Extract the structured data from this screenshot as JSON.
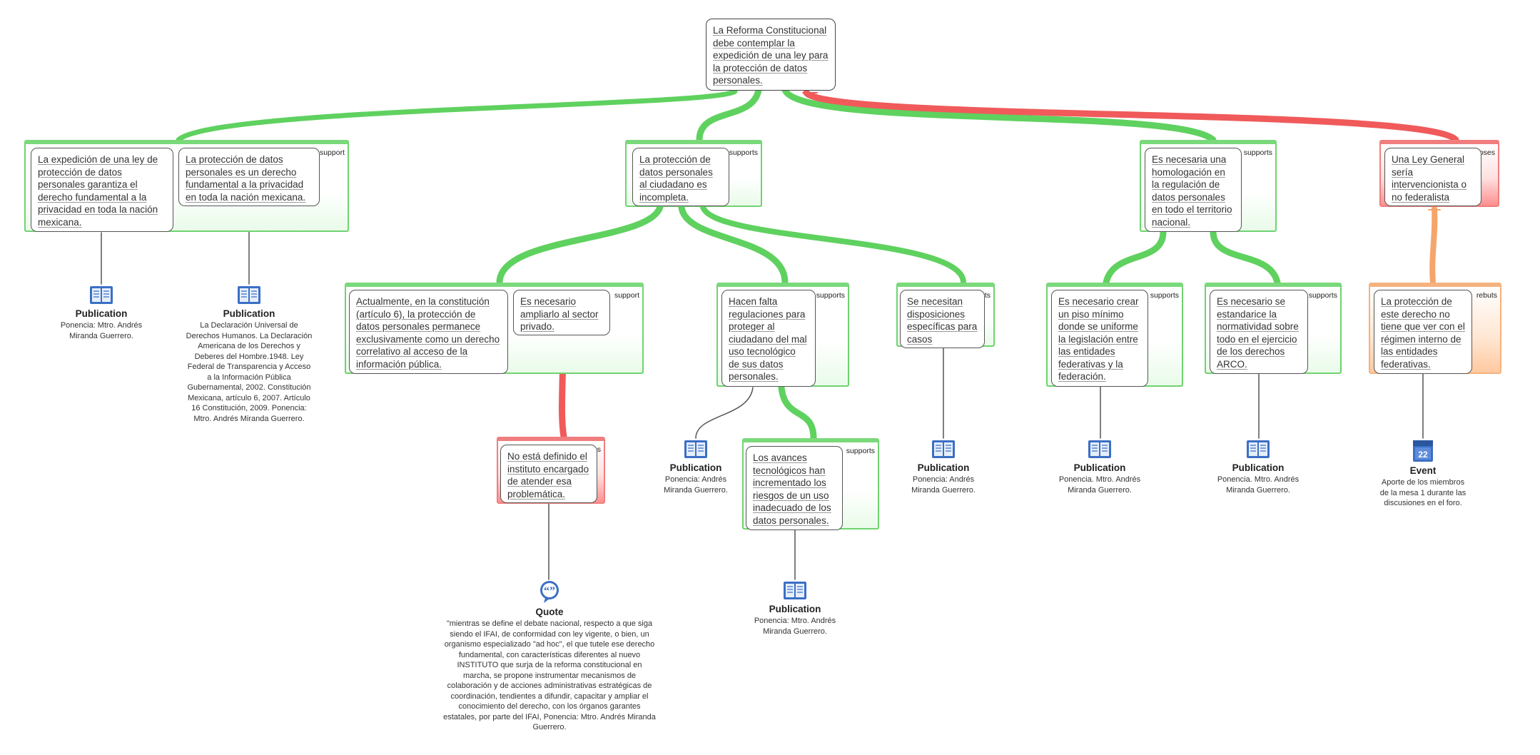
{
  "root": {
    "text": "La Reforma Constitucional debe contemplar la expedición de una ley para la protección de datos personales."
  },
  "tags": {
    "support": "support",
    "supports": "supports",
    "opposes": "opposes",
    "rebuts": "rebuts"
  },
  "claims": {
    "a1": "La expedición de una ley de protección de datos personales garantiza el derecho fundamental a la privacidad en toda la nación mexicana.",
    "a2": "La protección de datos personales  es un derecho fundamental a la privacidad en toda la nación mexicana.",
    "b": "La protección de datos personales al ciudadano es incompleta.",
    "c": "Es necesaria una homologación en la regulación de datos personales en todo el territorio nacional.",
    "d": "Una Ley General sería intervencionista o no federalista",
    "b1a": "Actualmente, en la constitución (artículo 6), la protección de datos personales permanece exclusivamente como un derecho correlativo al acceso de la información pública.",
    "b1b": "Es necesario ampliarlo al sector privado.",
    "b2": "Hacen falta regulaciones para proteger al ciudadano del mal uso tecnológico de sus datos personales.",
    "b3": "Se necesitan disposiciones específicas para casos concretos.",
    "c1": "Es necesario crear un piso mínimo donde se uniforme la legislación entre las entidades federativas y la federación.",
    "c2": "Es necesario se estandarice la normatividad sobre todo en el ejercicio de los derechos ARCO.",
    "d1": "La protección de este derecho no tiene que ver con el régimen interno de las entidades federativas.",
    "b1b1": "No está definido el instituto encargado de atender esa problemática.",
    "b22": "Los avances tecnológicos han incrementado los riesgos de un uso inadecuado de los datos personales."
  },
  "resources": {
    "r_a1": {
      "type": "Publication",
      "desc": "Ponencia: Mtro. Andrés Miranda Guerrero."
    },
    "r_a2": {
      "type": "Publication",
      "desc": "La Declaración Universal de Derechos Humanos. La Declaración Americana de los Derechos y Deberes del Hombre.1948. Ley Federal de Transparencia y Acceso a la Información Pública Gubernamental, 2002. Constitución Mexicana, artículo 6, 2007. Artículo 16 Constitución, 2009. Ponencia: Mtro. Andrés Miranda Guerrero."
    },
    "r_b2": {
      "type": "Publication",
      "desc": "Ponencia: Andrés Miranda Guerrero."
    },
    "r_b3": {
      "type": "Publication",
      "desc": "Ponencia: Andrés Miranda Guerrero."
    },
    "r_c1": {
      "type": "Publication",
      "desc": "Ponencia. Mtro. Andrés Miranda Guerrero."
    },
    "r_c2": {
      "type": "Publication",
      "desc": "Ponencia. Mtro. Andrés Miranda Guerrero."
    },
    "r_d1": {
      "type": "Event",
      "desc": "Aporte de los miembros de la mesa 1 durante las discusiones en el foro.",
      "calendar_day": "22"
    },
    "r_b22": {
      "type": "Publication",
      "desc": "Ponencia: Mtro. Andrés Miranda Guerrero."
    },
    "r_q": {
      "type": "Quote",
      "desc": "\"mientras se define el debate nacional, respecto a que siga siendo el IFAI, de conformidad con ley vigente, o bien, un organismo especializado \"ad hoc\", el que tutele ese derecho fundamental, con características diferentes al nuevo INSTITUTO que surja de la reforma constitucional en marcha, se propone instrumentar mecanismos de colaboración y de acciones administrativas estratégicas de coordinación, tendientes a difundir, capacitar  y ampliar el conocimiento del derecho,  con los órganos garantes estatales, por parte del IFAI, Ponencia: Mtro. Andrés Miranda Guerrero."
    }
  },
  "colors": {
    "support": "#5fd15f",
    "oppose": "#f05a5a",
    "rebut": "#f5a56b",
    "icon": "#3b6fc5"
  }
}
